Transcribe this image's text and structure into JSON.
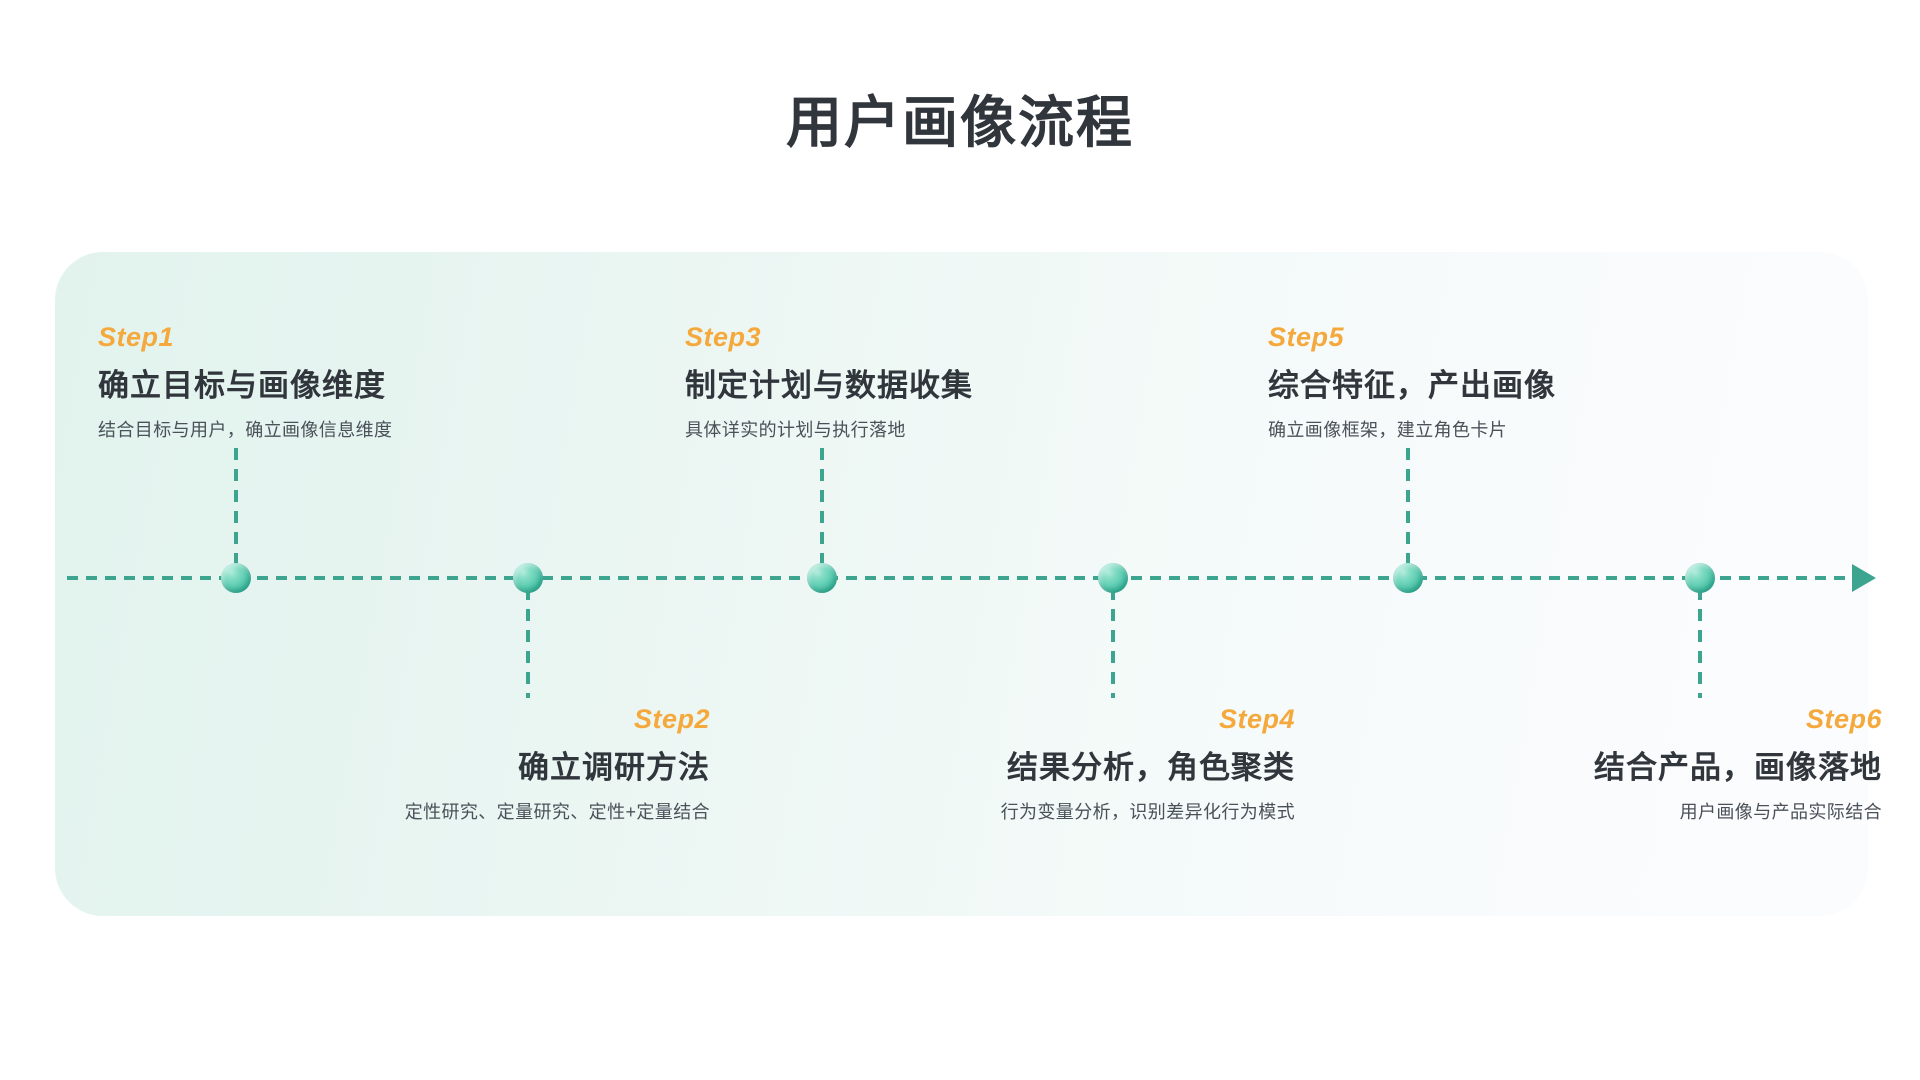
{
  "page": {
    "title": "用户画像流程"
  },
  "theme": {
    "title_color": "#31363d",
    "step_label_color": "#f5a93c",
    "heading_color": "#31363d",
    "desc_color": "#4a5159",
    "node_color": "#4fc9ae",
    "axis_color": "#3da58f",
    "card_gradient_start": "#e2f3ee",
    "card_gradient_end": "#fbfcfe"
  },
  "timeline": {
    "direction": "left-to-right",
    "arrow": "right-arrow-head",
    "steps": [
      {
        "label": "Step1",
        "heading": "确立目标与画像维度",
        "desc": "结合目标与用户，确立画像信息维度",
        "position": "above"
      },
      {
        "label": "Step2",
        "heading": "确立调研方法",
        "desc": "定性研究、定量研究、定性+定量结合",
        "position": "below"
      },
      {
        "label": "Step3",
        "heading": "制定计划与数据收集",
        "desc": "具体详实的计划与执行落地",
        "position": "above"
      },
      {
        "label": "Step4",
        "heading": "结果分析，角色聚类",
        "desc": "行为变量分析，识别差异化行为模式",
        "position": "below"
      },
      {
        "label": "Step5",
        "heading": "综合特征，产出画像",
        "desc": "确立画像框架，建立角色卡片",
        "position": "above"
      },
      {
        "label": "Step6",
        "heading": "结合产品，画像落地",
        "desc": "用户画像与产品实际结合",
        "position": "below"
      }
    ]
  }
}
